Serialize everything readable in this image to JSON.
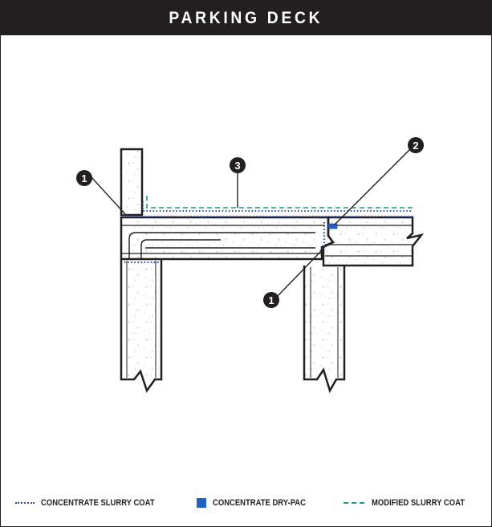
{
  "title": "PARKING DECK",
  "callouts": [
    "1",
    "2",
    "3",
    "1"
  ],
  "legend": {
    "slurry_label": "CONCENTRATE SLURRY COAT",
    "drypac_label": "CONCENTRATE DRY-PAC",
    "modified_label": "MODIFIED SLURRY COAT"
  },
  "colors": {
    "concrete_outline": "#231f20",
    "slurry_blue": "#2c4fa6",
    "drypac_blue": "#1f60c9",
    "modified_teal": "#1a9b8a",
    "title_bg": "#231f20"
  }
}
